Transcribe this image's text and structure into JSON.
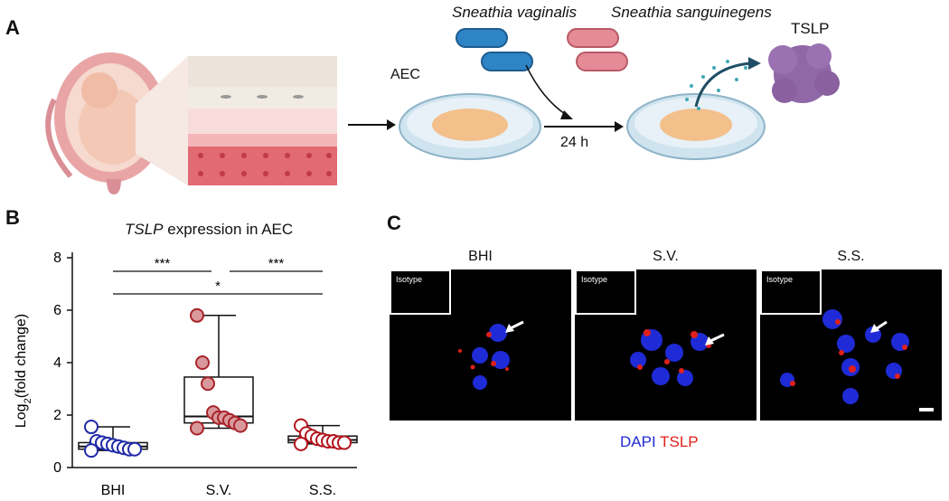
{
  "panel_a": {
    "letter": "A",
    "species_1": "Sneathia vaginalis",
    "species_2": "Sneathia sanguinegens",
    "aec_label": "AEC",
    "time_label": "24 h",
    "tslp_label": "TSLP"
  },
  "panel_b": {
    "letter": "B",
    "title_italic": "TSLP",
    "title_rest": " expression in AEC",
    "ylabel_main": "Log",
    "ylabel_sub": "2",
    "ylabel_rest": "(fold change)",
    "significance": [
      "***",
      "***",
      "*"
    ]
  },
  "panel_c": {
    "letter": "C",
    "titles": [
      "BHI",
      "S.V.",
      "S.S."
    ],
    "inset_label": "Isotype",
    "legend_dapi": "DAPI",
    "legend_tslp": "TSLP",
    "colors": {
      "dapi": "#1f2bd6",
      "tslp": "#e0201b"
    }
  },
  "chart_data": {
    "type": "box",
    "categories": [
      "BHI",
      "S.V.",
      "S.S."
    ],
    "ylim": [
      0,
      8
    ],
    "yticks": [
      0,
      2,
      4,
      6,
      8
    ],
    "series": [
      {
        "values": [
          1.55,
          1.0,
          0.95,
          0.9,
          0.85,
          0.8,
          0.75,
          0.7,
          0.7,
          0.65
        ],
        "box": {
          "min": 0.65,
          "q1": 0.7,
          "median": 0.8,
          "q3": 0.95,
          "max": 1.55
        },
        "color": "#1f2aa8",
        "fill": "#ffffff"
      },
      {
        "values": [
          5.8,
          4.0,
          3.2,
          2.1,
          1.9,
          1.9,
          1.8,
          1.7,
          1.6,
          1.5
        ],
        "box": {
          "min": 1.5,
          "q1": 1.7,
          "median": 1.95,
          "q3": 3.45,
          "max": 5.8
        },
        "color": "#a8242a",
        "fill": "#d9999c"
      },
      {
        "values": [
          1.6,
          1.3,
          1.2,
          1.1,
          1.05,
          1.0,
          1.0,
          0.95,
          0.95,
          0.9
        ],
        "box": {
          "min": 0.9,
          "q1": 0.95,
          "median": 1.05,
          "q3": 1.2,
          "max": 1.6
        },
        "color": "#b3141c",
        "fill": "#ffffff"
      }
    ]
  }
}
